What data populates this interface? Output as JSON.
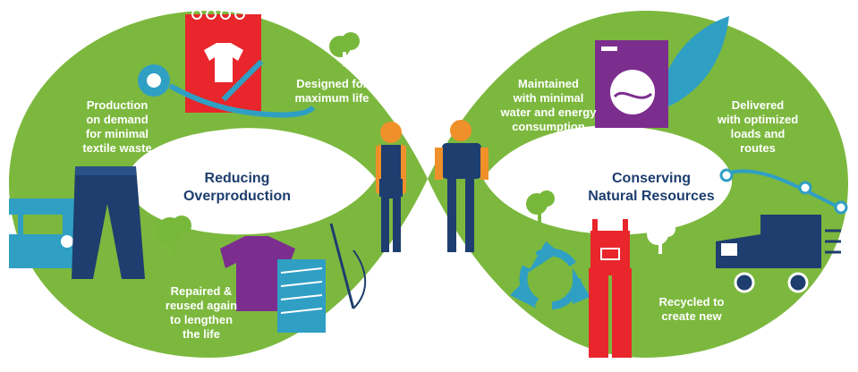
{
  "loop": {
    "left_title": [
      "Reducing",
      "Overproduction"
    ],
    "right_title": [
      "Conserving",
      "Natural Resources"
    ]
  },
  "steps": {
    "designed": [
      "Designed for",
      "maximum life"
    ],
    "production": [
      "Production",
      "on demand",
      "for minimal",
      "textile waste"
    ],
    "repaired": [
      "Repaired &",
      "reused again",
      "to lengthen",
      "the life"
    ],
    "maintained": [
      "Maintained",
      "with minimal",
      "water and energy",
      "consumption"
    ],
    "delivered": [
      "Delivered",
      "with optimized",
      "loads and",
      "routes"
    ],
    "recycled": [
      "Recycled to",
      "create new"
    ]
  },
  "colors": {
    "loop_green": "#7cb83e",
    "center_green": "#6aa334",
    "navy": "#1d3e6e",
    "orange": "#f0902a",
    "red": "#e8262b",
    "purple": "#7c2e8f",
    "teal": "#2f9fc4",
    "tree": "#77b83b"
  }
}
